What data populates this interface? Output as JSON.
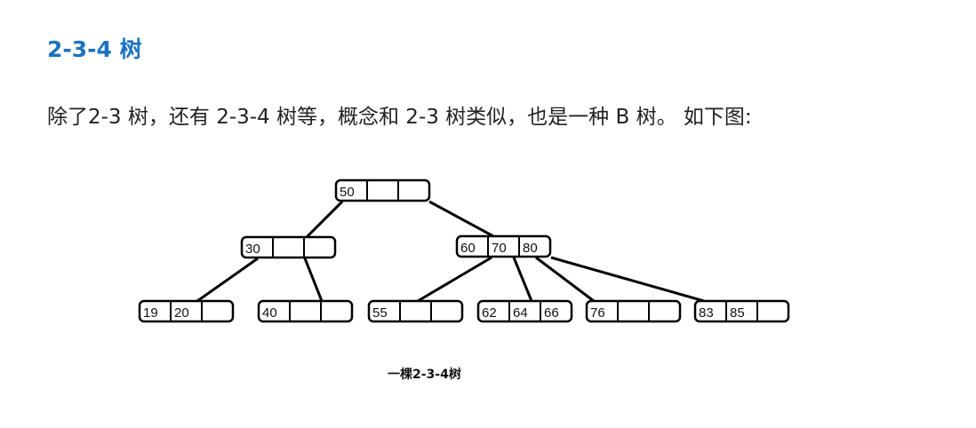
{
  "heading": "2-3-4 树",
  "paragraph": "除了2-3 树，还有 2-3-4 树等，概念和 2-3 树类似，也是一种 B 树。 如下图:",
  "figure": {
    "caption": "一棵2-3-4树",
    "nodes": [
      {
        "id": "root",
        "keys": [
          "50",
          "",
          ""
        ]
      },
      {
        "id": "n30",
        "keys": [
          "30",
          "",
          ""
        ]
      },
      {
        "id": "n60",
        "keys": [
          "60",
          "70",
          "80"
        ]
      },
      {
        "id": "l1",
        "keys": [
          "19",
          "20",
          ""
        ]
      },
      {
        "id": "l2",
        "keys": [
          "40",
          "",
          ""
        ]
      },
      {
        "id": "l3",
        "keys": [
          "55",
          "",
          ""
        ]
      },
      {
        "id": "l4",
        "keys": [
          "62",
          "64",
          "66"
        ]
      },
      {
        "id": "l5",
        "keys": [
          "76",
          "",
          ""
        ]
      },
      {
        "id": "l6",
        "keys": [
          "83",
          "85",
          ""
        ]
      }
    ],
    "edges": [
      [
        "root",
        "n30"
      ],
      [
        "root",
        "n60"
      ],
      [
        "n30",
        "l1"
      ],
      [
        "n30",
        "l2"
      ],
      [
        "n60",
        "l3"
      ],
      [
        "n60",
        "l4"
      ],
      [
        "n60",
        "l5"
      ],
      [
        "n60",
        "l6"
      ]
    ]
  }
}
